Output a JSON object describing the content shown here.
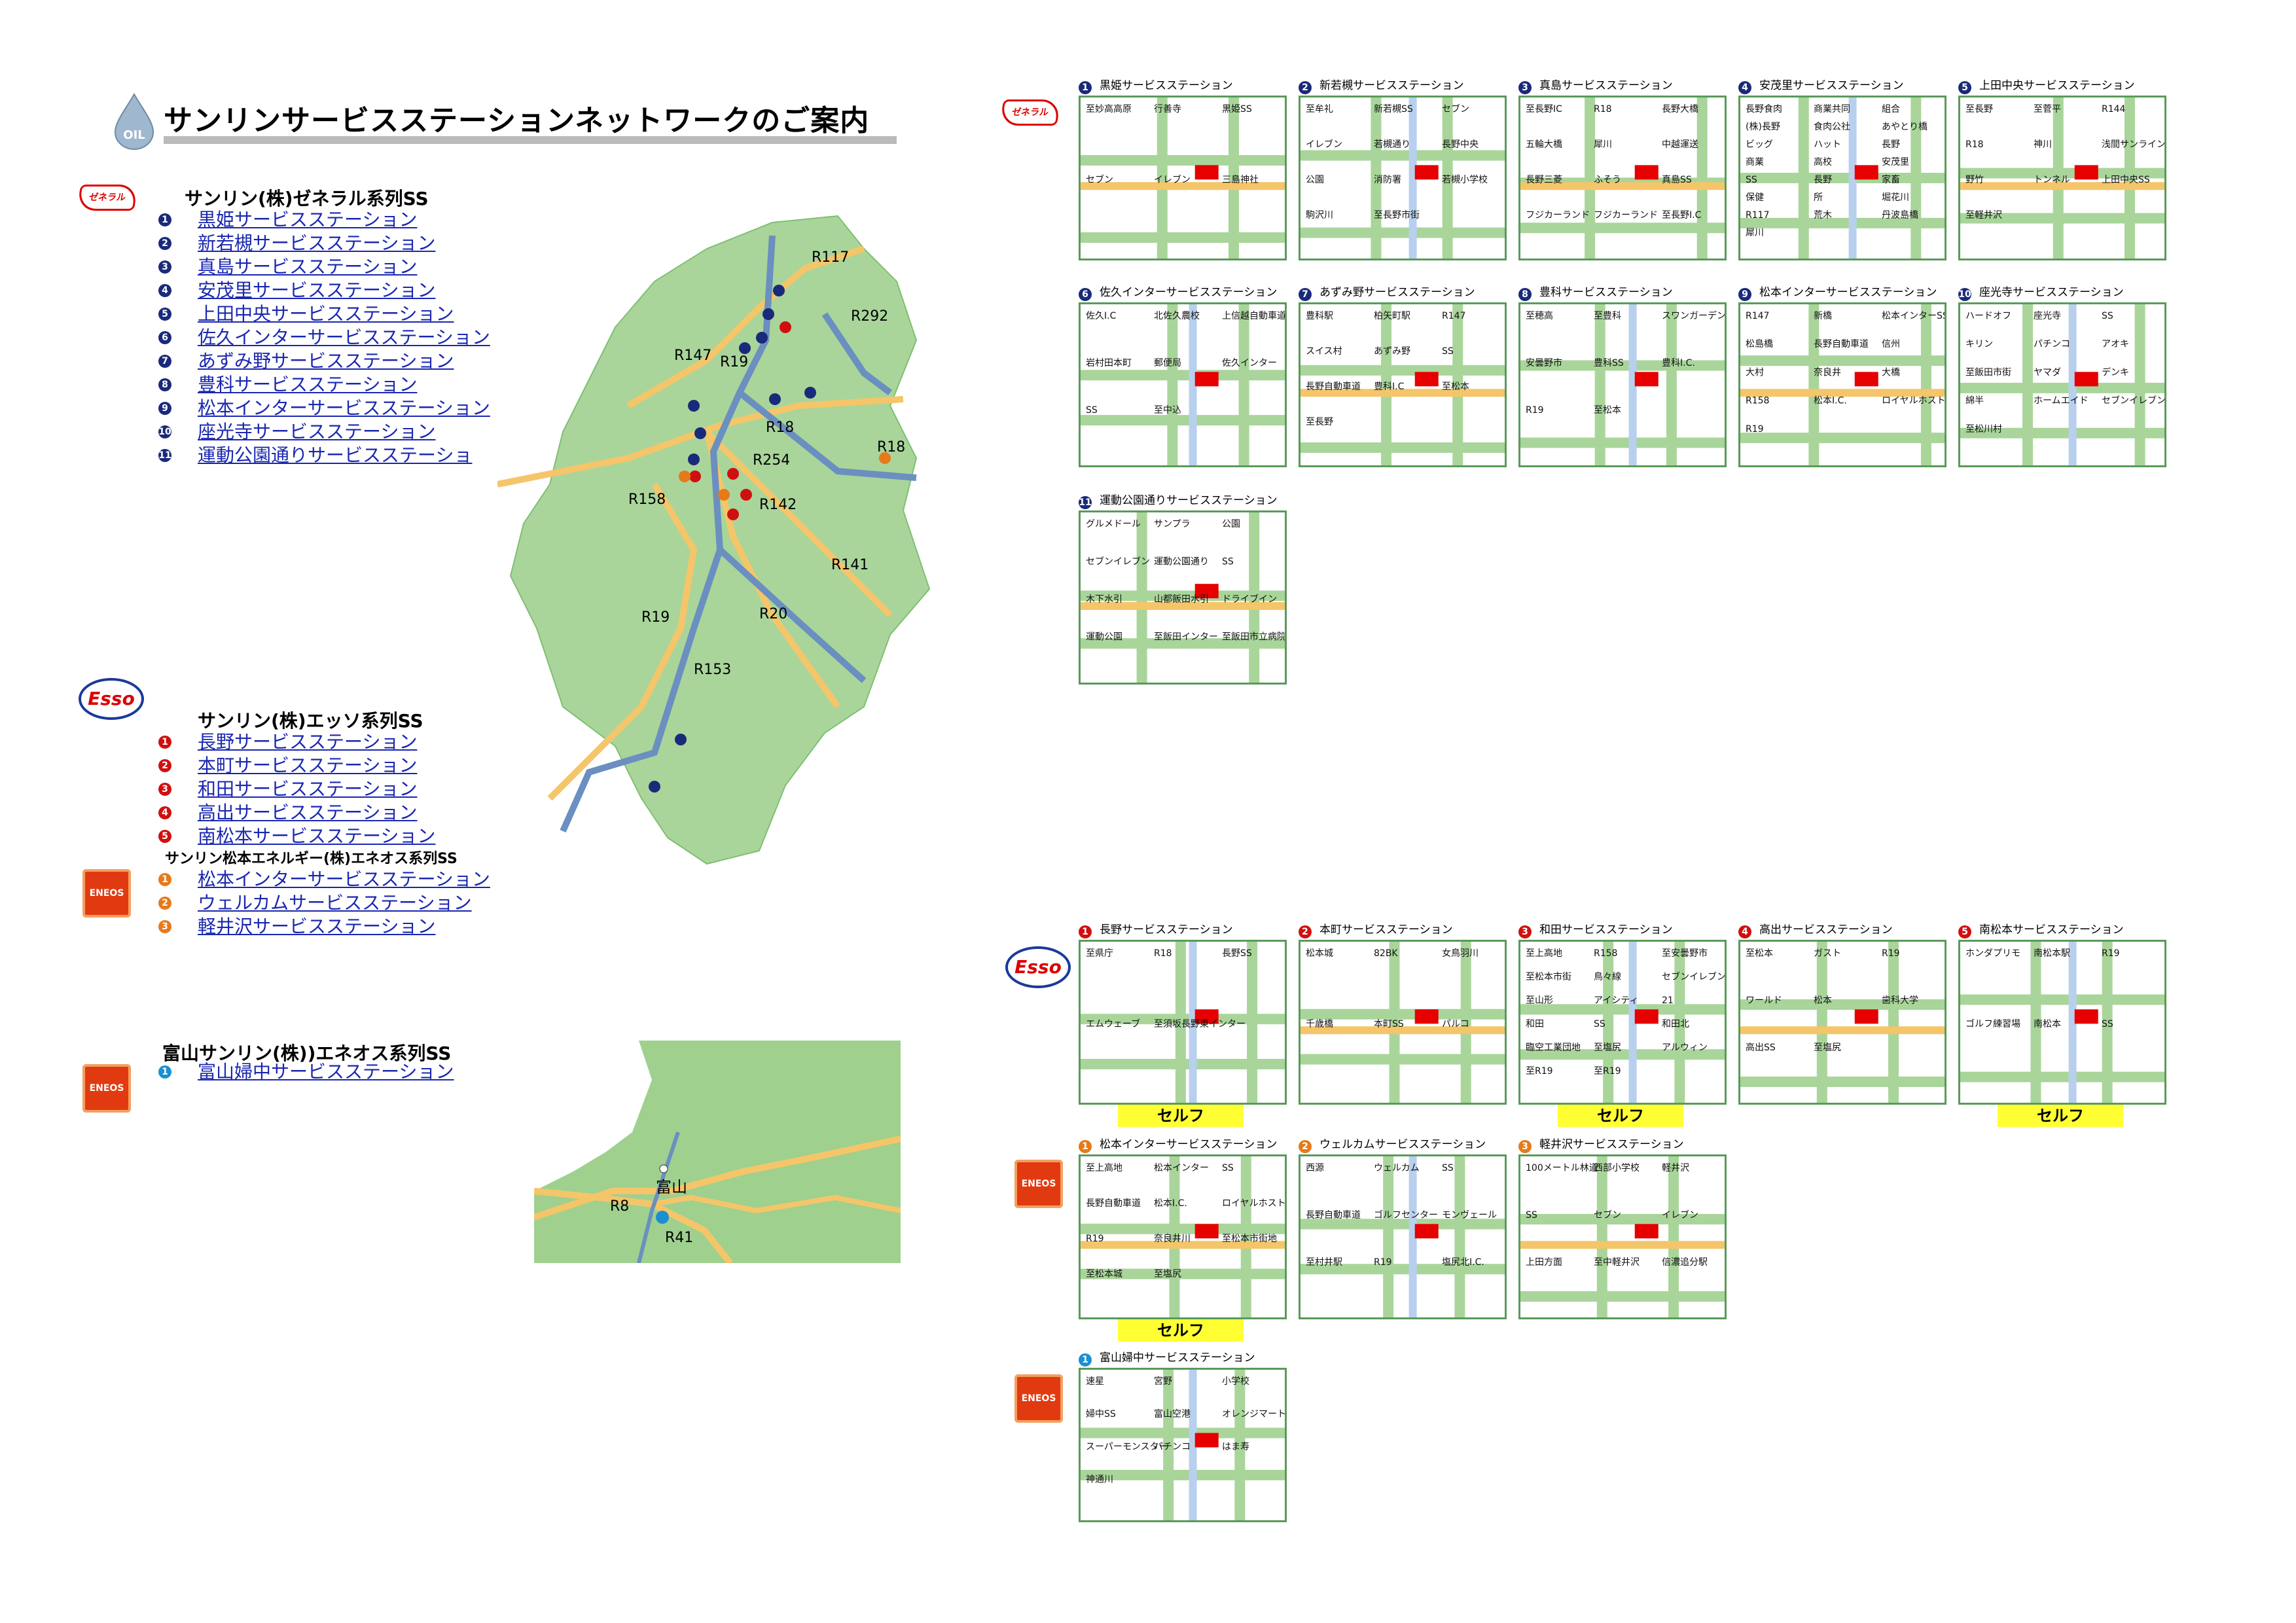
{
  "page": {
    "title": "サンリンサービスステーションネットワークのご案内",
    "title_icon_text": "OIL"
  },
  "logos": {
    "general": "ゼネラル",
    "esso": "Esso",
    "eneos": "ENEOS"
  },
  "groups": {
    "general": {
      "heading": "サンリン(株)ゼネラル系列SS",
      "items": [
        "黒姫サービスステーション",
        "新若槻サービスステーション",
        "真島サービスステーション",
        "安茂里サービスステーション",
        "上田中央サービスステーション",
        "佐久インターサービスステーション",
        "あずみ野サービスステーション",
        "豊科サービスステーション",
        "松本インターサービスステーション",
        "座光寺サービスステーション",
        "運動公園通りサービスステーショ"
      ],
      "numbers": [
        "1",
        "2",
        "3",
        "4",
        "5",
        "6",
        "7",
        "8",
        "9",
        "10",
        "11"
      ]
    },
    "esso": {
      "heading": "サンリン(株)エッソ系列SS",
      "items": [
        "長野サービスステーション",
        "本町サービスステーション",
        "和田サービスステーション",
        "高出サービスステーション",
        "南松本サービスステーション"
      ],
      "numbers": [
        "1",
        "2",
        "3",
        "4",
        "5"
      ]
    },
    "eneos_matsumoto": {
      "heading": "サンリン松本エネルギー(株)エネオス系列SS",
      "items": [
        "松本インターサービスステーション",
        "ウェルカムサービスステーション",
        "軽井沢サービスステーション"
      ],
      "numbers": [
        "1",
        "2",
        "3"
      ]
    },
    "eneos_toyama": {
      "heading": "富山サンリン(株))エネオス系列SS",
      "items": [
        "富山婦中サービスステーション"
      ],
      "numbers": [
        "1"
      ]
    }
  },
  "nagano_map": {
    "routes": [
      "R117",
      "R292",
      "R147",
      "R19",
      "R18",
      "R254",
      "R158",
      "R142",
      "R141",
      "R19",
      "R20",
      "R153",
      "R18"
    ]
  },
  "toyama_map": {
    "labels": [
      "富山",
      "R8",
      "R41"
    ]
  },
  "general_maps": [
    {
      "num": "1",
      "title": "黒姫サービスステーション",
      "labels": [
        "至妙高高原",
        "行善寺",
        "黒姫SS",
        "セブン",
        "イレブン",
        "三島神社"
      ]
    },
    {
      "num": "2",
      "title": "新若槻サービスステーション",
      "labels": [
        "至牟礼",
        "新若槻SS",
        "セブン",
        "イレブン",
        "若槻通り",
        "長野中央",
        "公園",
        "消防署",
        "若槻小学校",
        "駒沢川",
        "至長野市街"
      ]
    },
    {
      "num": "3",
      "title": "真島サービスステーション",
      "labels": [
        "至長野IC",
        "R18",
        "長野大橋",
        "五輪大橋",
        "犀川",
        "中越運送",
        "長野三菱",
        "ふそう",
        "真島SS",
        "フジカーランド",
        "フジカーランド",
        "至長野I.C"
      ]
    },
    {
      "num": "4",
      "title": "安茂里サービスステーション",
      "labels": [
        "長野食肉",
        "商業共同",
        "組合",
        "(株)長野",
        "食肉公社",
        "あやとり橋",
        "ビッグ",
        "ハット",
        "長野",
        "商業",
        "高校",
        "安茂里",
        "SS",
        "長野",
        "家畜",
        "保健",
        "所",
        "堀花川",
        "R117",
        "荒木",
        "丹波島橋",
        "犀川"
      ]
    },
    {
      "num": "5",
      "title": "上田中央サービスステーション",
      "labels": [
        "至長野",
        "至菅平",
        "R144",
        "R18",
        "神川",
        "浅間サンライン",
        "野竹",
        "トンネル",
        "上田中央SS",
        "至軽井沢"
      ]
    },
    {
      "num": "6",
      "title": "佐久インターサービスステーション",
      "labels": [
        "佐久I.C",
        "北佐久農校",
        "上信越自動車道",
        "岩村田本町",
        "郵便局",
        "佐久インター",
        "SS",
        "至中込"
      ]
    },
    {
      "num": "7",
      "title": "あずみ野サービスステーション",
      "labels": [
        "豊科駅",
        "柏矢町駅",
        "R147",
        "スイス村",
        "あずみ野",
        "SS",
        "長野自動車道",
        "豊科I.C",
        "至松本",
        "至長野"
      ]
    },
    {
      "num": "8",
      "title": "豊科サービスステーション",
      "labels": [
        "至穂高",
        "至豊科",
        "スワンガーデン",
        "安曇野市",
        "豊科SS",
        "豊科I.C.",
        "R19",
        "至松本"
      ]
    },
    {
      "num": "9",
      "title": "松本インターサービスステーション",
      "labels": [
        "R147",
        "新橋",
        "松本インターSS",
        "松島橋",
        "長野自動車道",
        "信州",
        "大村",
        "奈良井",
        "大橋",
        "R158",
        "松本I.C.",
        "ロイヤルホスト",
        "R19"
      ]
    },
    {
      "num": "10",
      "title": "座光寺サービスステーション",
      "labels": [
        "ハードオフ",
        "座光寺",
        "SS",
        "キリン",
        "パチンコ",
        "アオキ",
        "至飯田市街",
        "ヤマダ",
        "デンキ",
        "綿半",
        "ホームエイド",
        "セブンイレブン",
        "至松川村"
      ]
    },
    {
      "num": "11",
      "title": "運動公園通りサービスステーション",
      "labels": [
        "グルメドール",
        "サンプラ",
        "公園",
        "セブンイレブン",
        "運動公園通り",
        "SS",
        "木下水引",
        "山都飯田水引",
        "ドライブイン",
        "運動公園",
        "至飯田インター",
        "至飯田市立病院"
      ]
    }
  ],
  "esso_maps": [
    {
      "num": "1",
      "title": "長野サービスステーション",
      "labels": [
        "至県庁",
        "R18",
        "長野SS",
        "エムウェーブ",
        "至須坂長野東インター"
      ],
      "self": "セルフ"
    },
    {
      "num": "2",
      "title": "本町サービスステーション",
      "labels": [
        "松本城",
        "82BK",
        "女鳥羽川",
        "千歳橋",
        "本町SS",
        "パルコ"
      ],
      "self": ""
    },
    {
      "num": "3",
      "title": "和田サービスステーション",
      "labels": [
        "至上高地",
        "R158",
        "至安曇野市",
        "至松本市街",
        "鳥々線",
        "セブンイレブン",
        "至山形",
        "アイシティ",
        "21",
        "和田",
        "SS",
        "和田北",
        "臨空工業団地",
        "至塩尻",
        "アルウィン",
        "至R19",
        "至R19"
      ],
      "self": "セルフ"
    },
    {
      "num": "4",
      "title": "高出サービスステーション",
      "labels": [
        "至松本",
        "ガスト",
        "R19",
        "ワールド",
        "松本",
        "歯科大学",
        "高出SS",
        "至塩尻"
      ],
      "self": ""
    },
    {
      "num": "5",
      "title": "南松本サービスステーション",
      "labels": [
        "ホンダプリモ",
        "南松本駅",
        "R19",
        "ゴルフ練習場",
        "南松本",
        "SS"
      ],
      "self": "セルフ"
    }
  ],
  "eneos_maps": [
    {
      "num": "1",
      "title": "松本インターサービスステーション",
      "labels": [
        "至上高地",
        "松本インター",
        "SS",
        "長野自動車道",
        "松本I.C.",
        "ロイヤルホスト",
        "R19",
        "奈良井川",
        "至松本市街地",
        "至松本城",
        "至塩尻"
      ],
      "self": "セルフ"
    },
    {
      "num": "2",
      "title": "ウェルカムサービスステーション",
      "labels": [
        "西源",
        "ウェルカム",
        "SS",
        "長野自動車道",
        "ゴルフセンター",
        "モンヴェール",
        "至村井駅",
        "R19",
        "塩尻北I.C."
      ],
      "self": ""
    },
    {
      "num": "3",
      "title": "軽井沢サービスステーション",
      "labels": [
        "100メートル林道",
        "西部小学校",
        "軽井沢",
        "SS",
        "セブン",
        "イレブン",
        "上田方面",
        "至中軽井沢",
        "信濃追分駅"
      ],
      "self": ""
    }
  ],
  "toyama_maps": [
    {
      "num": "1",
      "title": "富山婦中サービスステーション",
      "labels": [
        "速星",
        "宮野",
        "小学校",
        "婦中SS",
        "富山空港",
        "オレンジマート",
        "スーパーモンスター",
        "パチンコ",
        "はま寿",
        "神通川"
      ]
    }
  ]
}
